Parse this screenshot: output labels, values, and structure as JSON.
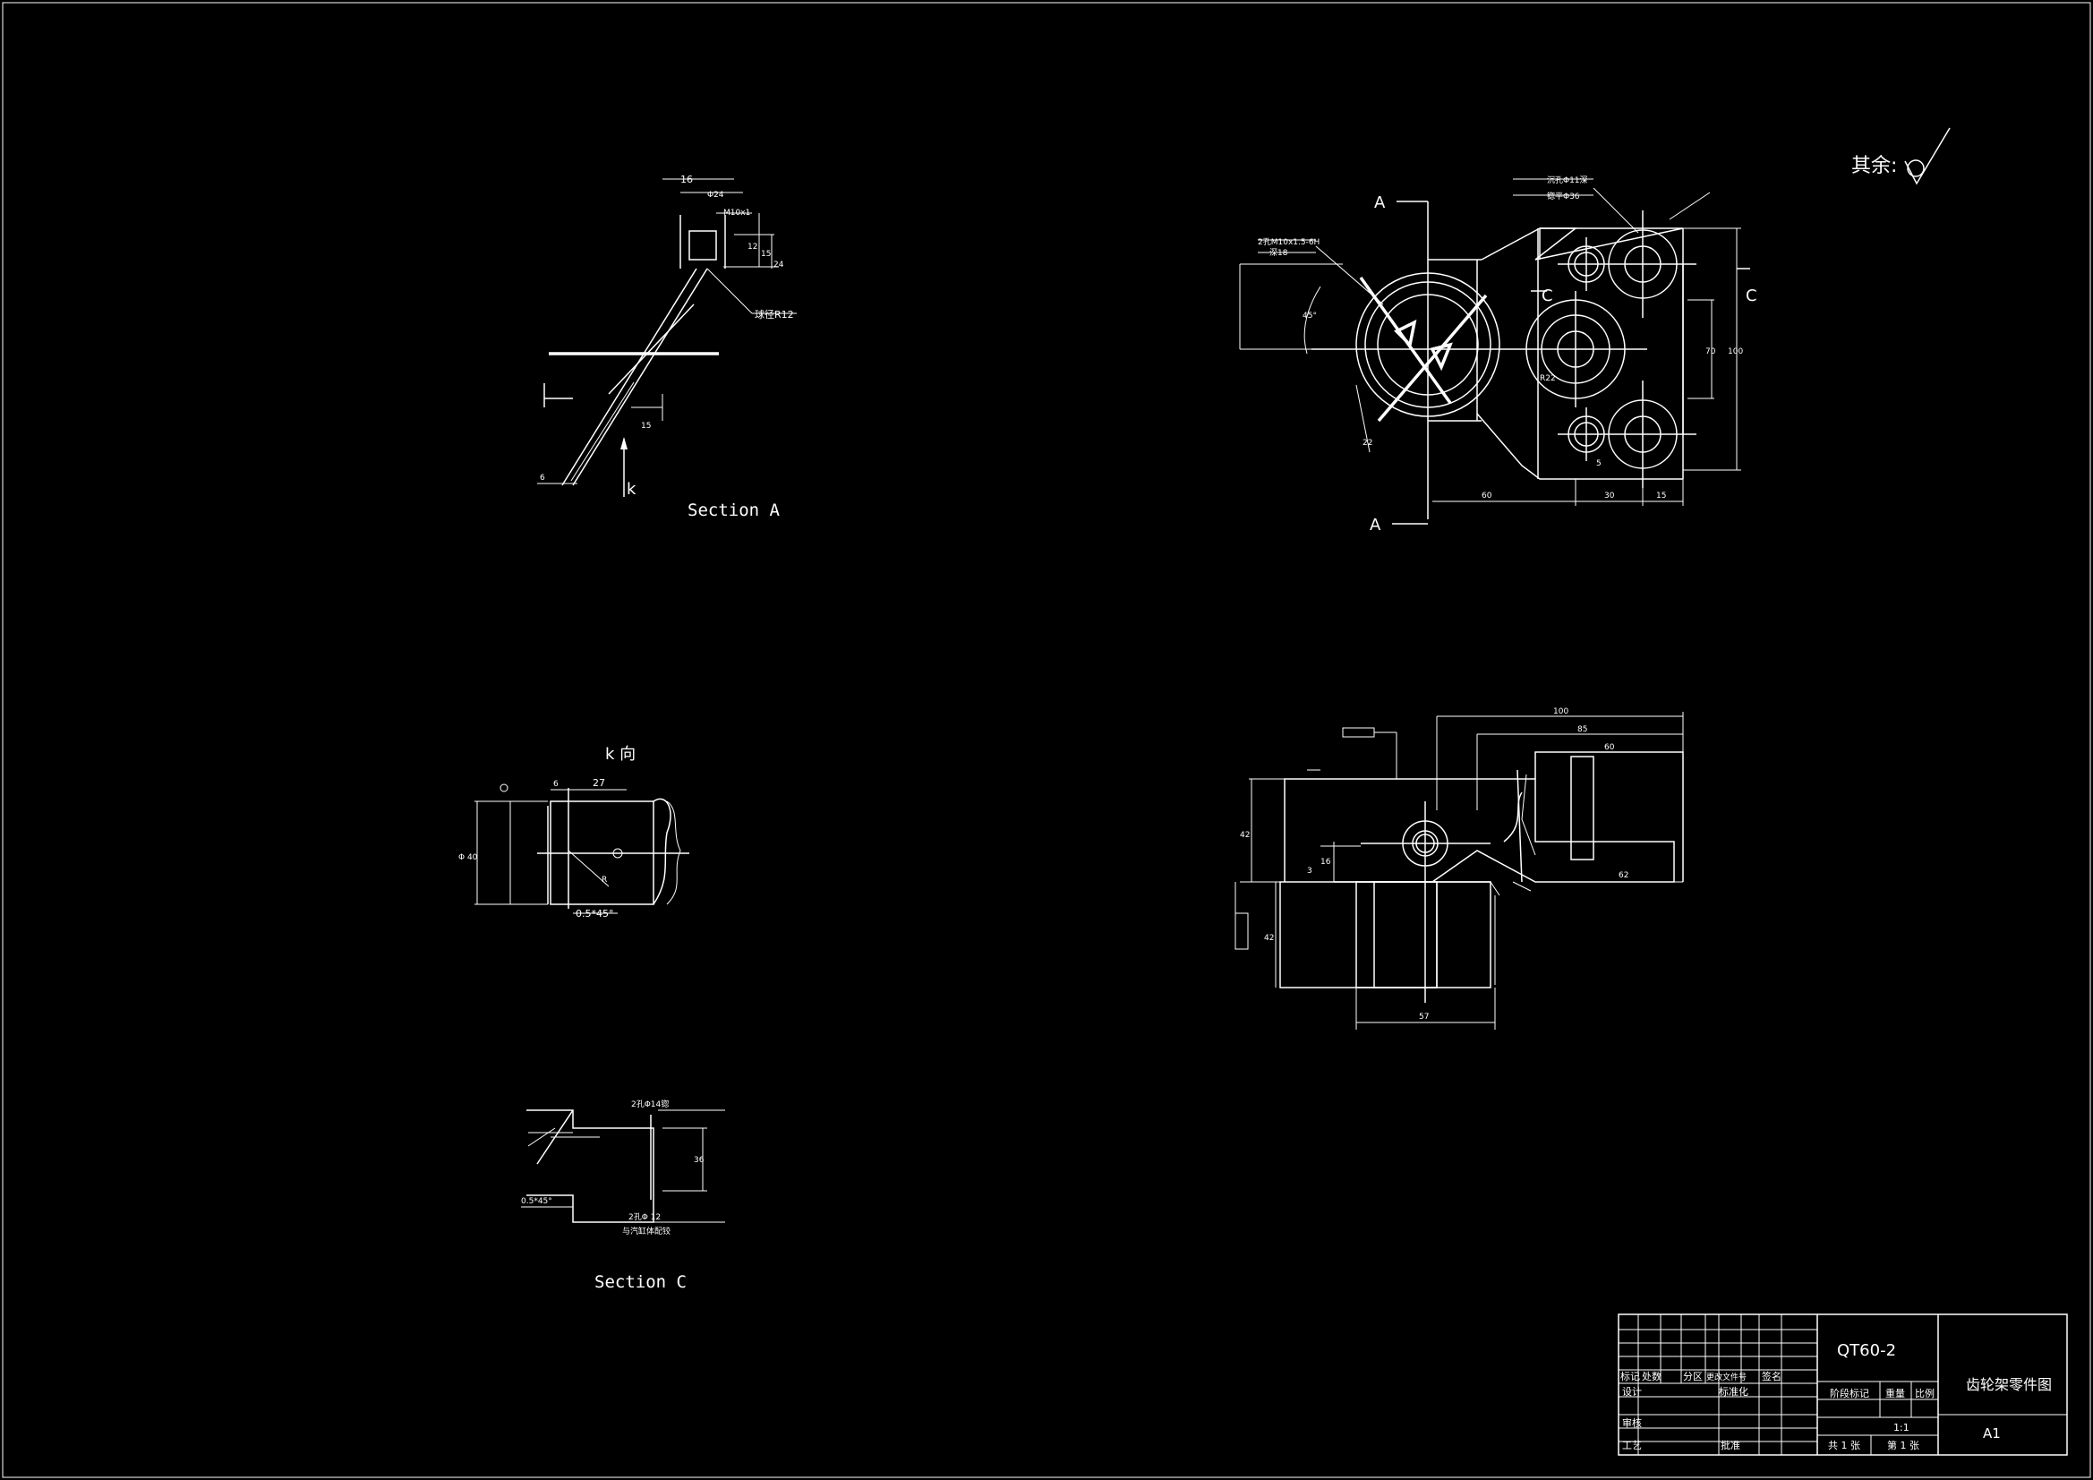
{
  "surface_note": "其余:",
  "views": {
    "section_a": {
      "caption": "Section A",
      "dims": [
        "16",
        "Φ24",
        "M10x1",
        "12",
        "15",
        "24",
        "球径R12",
        "15",
        "6",
        "k"
      ]
    },
    "k_view": {
      "caption": "k 向",
      "dims": [
        "6",
        "27",
        "Φ 40",
        "R",
        "0.5*45°"
      ]
    },
    "section_c": {
      "caption": "Section C",
      "dims": [
        "2孔Φ14锪",
        "2孔Φ 12",
        "与汽缸体配铰",
        "36",
        "0.5*45°"
      ]
    },
    "top_view": {
      "section_mark": "A",
      "section_mark_c": "C",
      "notes": [
        "2孔M10x1.5-6H",
        "深18",
        "沉孔Φ11深",
        "锪平Φ36"
      ],
      "dims": [
        "60",
        "30",
        "15",
        "70",
        "100",
        "R22",
        "22",
        "45°",
        "5"
      ]
    },
    "front_view": {
      "dims": [
        "100",
        "85",
        "60",
        "42",
        "42",
        "62",
        "57",
        "3",
        "16"
      ]
    }
  },
  "title_block": {
    "material": "QT60-2",
    "drawing_name": "齿轮架零件图",
    "sheet_size": "A1",
    "scale": "1:1",
    "sheets": "共 1 张",
    "sheet_no": "第 1 张",
    "headers": [
      "标记",
      "处数",
      "分区",
      "更改文件号",
      "签名"
    ],
    "rows": [
      "设计",
      "标准化",
      "审核",
      "工艺",
      "批准"
    ],
    "labels": {
      "stage": "阶段标记",
      "weight": "重量",
      "scale_label": "比例"
    }
  }
}
